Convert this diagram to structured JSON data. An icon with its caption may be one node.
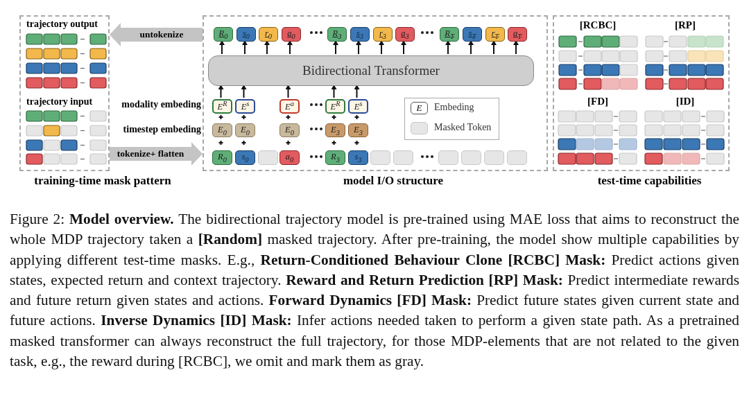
{
  "diagram": {
    "caption": "Figure 2: **Model overview.** The bidirectional trajectory model is pre-trained using MAE loss that aims to reconstruct the whole MDP trajectory taken a **[Random]** masked trajectory. After pre-training, the model show multiple capabilities by applying different test-time masks. E.g., **Return-Conditioned Behaviour Clone [RCBC] Mask:** Predict actions given states, expected return and context trajectory. **Reward and Return Prediction [RP] Mask:** Predict intermediate rewards and future return given states and actions. **Forward Dynamics [FD] Mask:** Predict future states given current state and future actions. **Inverse Dynamics [ID] Mask:** Infer actions needed taken to perform a given state path. As a pretrained masked transformer can always reconstruct the full trajectory, for those MDP-elements that are not related to the given task, e.g., the reward during [RCBC], we omit and mark them as gray.",
    "nodes": [
      {
        "text": [
          "training-time mask pattern"
        ]
      },
      {
        "text": [
          "model I/O structure"
        ]
      },
      {
        "text": [
          "Bidirectional Transformer"
        ],
        "in": 1
      },
      {
        "text": [
          "R$_{0}$"
        ],
        "in": 1
      },
      {
        "text": [
          "s$_{0}$"
        ],
        "in": 1
      },
      {
        "text": [
          "r$_{0}$"
        ],
        "in": 1
      },
      {
        "text": [
          "a$_{0}$"
        ],
        "in": 1
      },
      {
        "text": [
          "R$_{3}$"
        ],
        "in": 1
      },
      {
        "text": [
          "s$_{3}$"
        ],
        "in": 1
      },
      {
        "text": [
          "r$_{3}$"
        ],
        "in": 1
      },
      {
        "text": [
          "a$_{3}$"
        ],
        "in": 1
      },
      {
        "text": [
          "R$_{T}$"
        ],
        "in": 1
      },
      {
        "text": [
          "s$_{T}$"
        ],
        "in": 1
      },
      {
        "text": [
          "r$_{T}$"
        ],
        "in": 1
      },
      {
        "text": [
          "a$_{T}$"
        ],
        "in": 1
      },
      {
        "text": [
          "E$^{R}$"
        ],
        "in": 1
      },
      {
        "text": [
          "E$^{s}$"
        ],
        "in": 1
      },
      {
        "text": [
          "E$^{a}$"
        ],
        "in": 1
      },
      {
        "text": [
          "E$^{R}$"
        ],
        "in": 1
      },
      {
        "text": [
          "E$^{s}$"
        ],
        "in": 1
      },
      {
        "text": [
          "E$_{0}$"
        ],
        "in": 1
      },
      {
        "text": [
          "E$_{0}$"
        ],
        "in": 1
      },
      {
        "text": [
          "E$_{0}$"
        ],
        "in": 1
      },
      {
        "text": [
          "E$_{3}$"
        ],
        "in": 1
      },
      {
        "text": [
          "E$_{3}$"
        ],
        "in": 1
      },
      {
        "text": [
          "R$_{0}$"
        ],
        "in": 1
      },
      {
        "text": [
          "s$_{0}$"
        ],
        "in": 1
      },
      {
        "text": [],
        "shape": "box",
        "in": 1
      },
      {
        "text": [
          "a$_{0}$"
        ],
        "in": 1
      },
      {
        "text": [
          "R$_{3}$"
        ],
        "in": 1
      },
      {
        "text": [
          "s$_{3}$"
        ],
        "in": 1
      },
      {
        "text": [],
        "shape": "box",
        "in": 1
      },
      {
        "text": [],
        "shape": "box",
        "in": 1
      },
      {
        "text": [],
        "shape": "box",
        "in": 1
      },
      {
        "text": [],
        "shape": "box",
        "in": 1
      },
      {
        "text": [],
        "shape": "box",
        "in": 1
      },
      {
        "text": [],
        "shape": "box",
        "in": 1
      },
      {
        "text": [
          "test-time capabilities"
        ]
      }
    ],
    "edges": [
      {
        "from": 1,
        "to": 0,
        "arrow": "to",
        "label": "untokenize",
        "style": "thick",
        "color": "#c4c4c4"
      },
      {
        "from": 0,
        "to": 1,
        "arrow": "to",
        "label": "tokenize+ flatten",
        "style": "thick",
        "color": "#c4c4c4"
      },
      {
        "from": 2,
        "to": 3,
        "arrow": "to"
      },
      {
        "from": 2,
        "to": 4,
        "arrow": "to"
      },
      {
        "from": 2,
        "to": 5,
        "arrow": "to"
      },
      {
        "from": 2,
        "to": 6,
        "arrow": "to"
      },
      {
        "from": 2,
        "to": 7,
        "arrow": "to"
      },
      {
        "from": 2,
        "to": 8,
        "arrow": "to"
      },
      {
        "from": 2,
        "to": 9,
        "arrow": "to"
      },
      {
        "from": 2,
        "to": 10,
        "arrow": "to"
      },
      {
        "from": 2,
        "to": 11,
        "arrow": "to"
      },
      {
        "from": 2,
        "to": 12,
        "arrow": "to"
      },
      {
        "from": 2,
        "to": 13,
        "arrow": "to"
      },
      {
        "from": 2,
        "to": 14,
        "arrow": "to"
      },
      {
        "from": 15,
        "to": 2,
        "arrow": "to"
      },
      {
        "from": 16,
        "to": 2,
        "arrow": "to"
      },
      {
        "from": 17,
        "to": 2,
        "arrow": "to"
      },
      {
        "from": 18,
        "to": 2,
        "arrow": "to"
      },
      {
        "from": 19,
        "to": 2,
        "arrow": "to"
      }
    ],
    "labels": [
      "trajectory output",
      "trajectory input",
      "modality embeding",
      "timestep embeding",
      "E",
      "[RCBC]",
      "[RP]",
      "[FD]",
      "[ID]"
    ],
    "legend": [
      {
        "text": "Embeding"
      },
      {
        "text": "Masked Token",
        "color": "#e6e6e6"
      }
    ]
  }
}
